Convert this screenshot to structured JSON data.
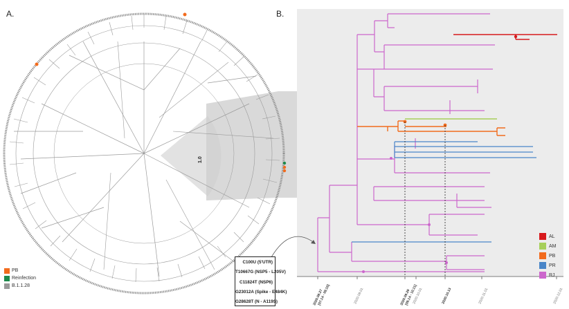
{
  "panel_a_label": "A.",
  "panel_b_label": "B.",
  "node_support": "1.0",
  "legend_a": [
    {
      "label": "PB",
      "color": "#f26b1d"
    },
    {
      "label": "Reinfection",
      "color": "#1e8a4c"
    },
    {
      "label": "B.1.1.28",
      "color": "#999999"
    }
  ],
  "legend_b": [
    {
      "label": "AL",
      "color": "#d7191c"
    },
    {
      "label": "AM",
      "color": "#a6cf5a"
    },
    {
      "label": "PB",
      "color": "#f26b1d"
    },
    {
      "label": "PR",
      "color": "#4a86c8"
    },
    {
      "label": "RJ",
      "color": "#cc66cc"
    }
  ],
  "mutations": [
    "C100U (5'UTR)",
    "T10667G (NSP5 - L205V)",
    "C11824T (NSP6)",
    "G23012A (Spike - E484K)",
    "G28628T (N - A119S)"
  ],
  "time_axis": [
    {
      "line1": "2020.08.27",
      "line2": "[07.14 - 09.16]"
    },
    {
      "line1": "2020.09.01",
      "line2": ""
    },
    {
      "line1": "2020.09.29",
      "line2": "[09.14 - 10.11]"
    },
    {
      "line1": "2020.10.01",
      "line2": ""
    },
    {
      "line1": "2020.10.13",
      "line2": ""
    },
    {
      "line1": "2020.11.01",
      "line2": ""
    },
    {
      "line1": "2020.12.01",
      "line2": ""
    }
  ]
}
